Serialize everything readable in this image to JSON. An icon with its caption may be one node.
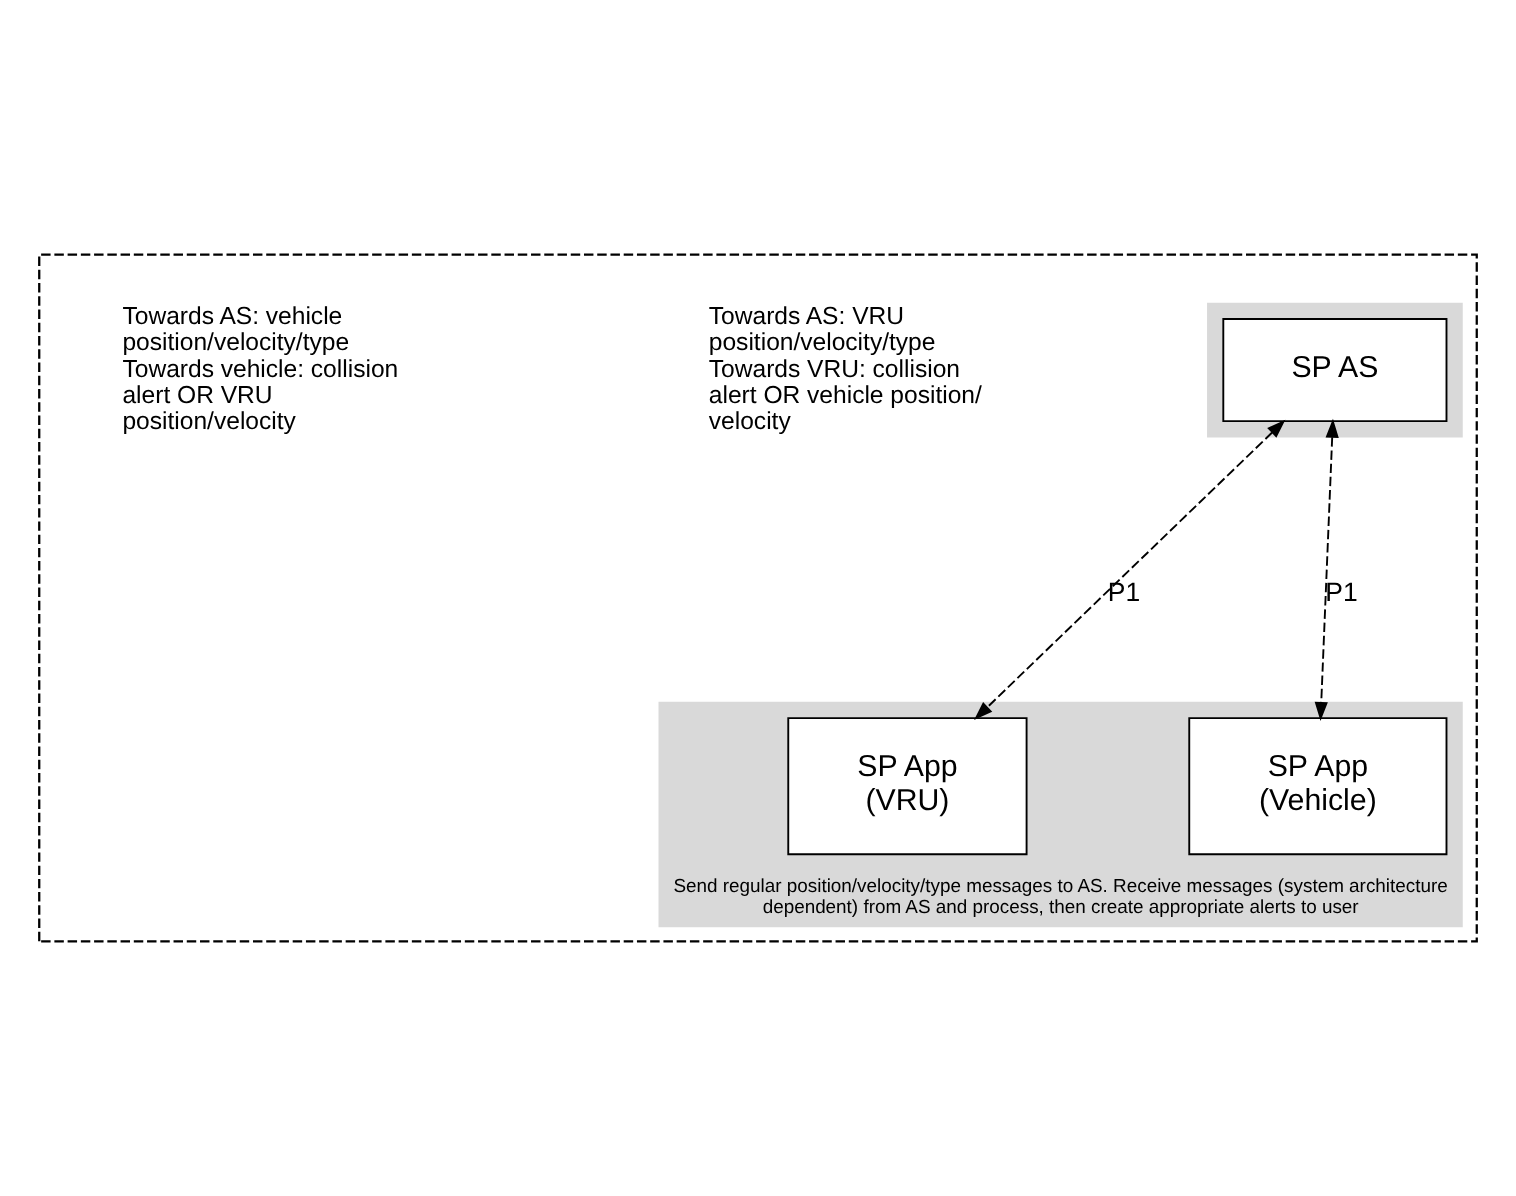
{
  "diagram": {
    "nodes": [
      {
        "text": [],
        "shape": "box"
      },
      {
        "text": [],
        "shape": "box",
        "in": 0
      },
      {
        "text": [
          "SP AS"
        ],
        "in": 1
      },
      {
        "text": [
          "Send regular position/velocity/type messages to AS. Receive messages (system architecture dependent) from AS and process, then create appropriate alerts to user"
        ],
        "in": 0
      },
      {
        "text": [
          "SP App (VRU)"
        ],
        "in": 3
      },
      {
        "text": [
          "SP App (Vehicle)"
        ],
        "in": 3
      }
    ],
    "edges": [
      {
        "from": 2,
        "to": 4,
        "arrow": "both",
        "style": "dashed",
        "label": "P1"
      },
      {
        "from": 2,
        "to": 5,
        "arrow": "both",
        "style": "dashed",
        "label": "P1"
      }
    ],
    "labels": [
      "Towards AS: VRU position/velocity/type Towards VRU: collision alert OR vehicle position/ velocity",
      "Towards AS: vehicle position/velocity/type Towards vehicle: collision alert OR VRU position/velocity"
    ]
  }
}
